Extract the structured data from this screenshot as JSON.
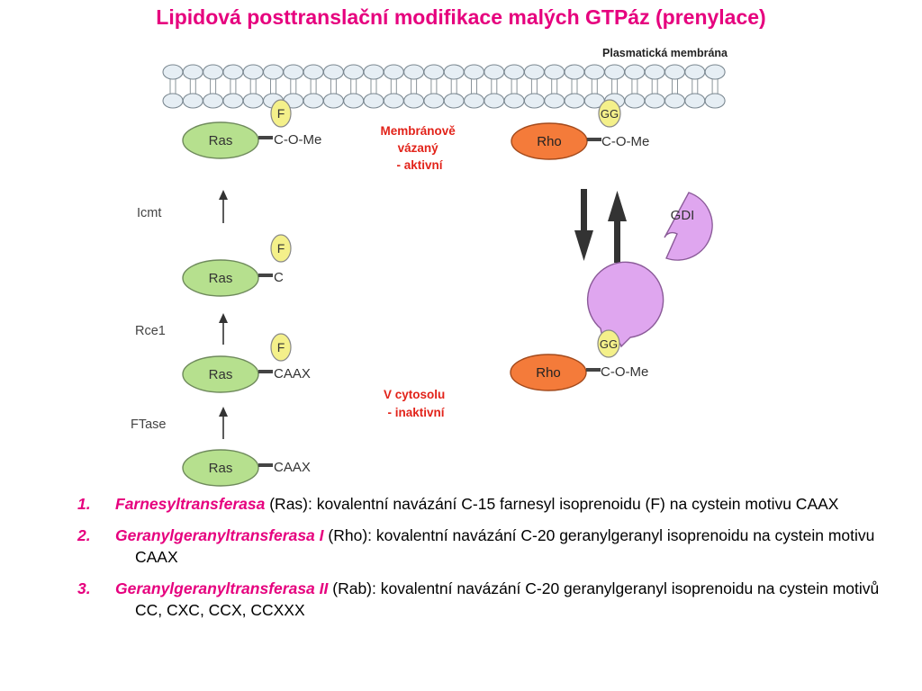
{
  "title": "Lipidová posttranslační modifikace malých GTPáz (prenylace)",
  "colors": {
    "accent": "#e6007e",
    "label_red": "#e2231a",
    "ras_fill": "#b6e08e",
    "rho_fill": "#f47b3a",
    "gdi_fill": "#dfa6ef",
    "prenyl_fill": "#f4f08a",
    "lipid_head": "#e6eef4"
  },
  "diagram": {
    "membrane_label": "Plasmatická membrána",
    "ras_label": "Ras",
    "rho_label": "Rho",
    "gdi_label": "GDI",
    "farnesyl_label": "F",
    "geranylgeranyl_label": "GG",
    "ras_tails": [
      "C-O-Me",
      "C",
      "CAAX",
      "CAAX"
    ],
    "rho_tails": [
      "C-O-Me",
      "C-O-Me"
    ],
    "enzymes": [
      "Icmt",
      "Rce1",
      "FTase"
    ],
    "membrane_bound_lines": [
      "Membránově",
      "vázaný",
      "- aktivní"
    ],
    "cytosol_lines": [
      "V cytosolu",
      "- inaktivní"
    ]
  },
  "notes": [
    {
      "number": "1.",
      "enzyme": "Farnesyltransferasa",
      "text": "(Ras): kovalentní navázání C-15 farnesyl isoprenoidu (F) na cystein motivu CAAX"
    },
    {
      "number": "2.",
      "enzyme": "Geranylgeranyltransferasa I",
      "text": "(Rho): kovalentní navázání C-20 geranylgeranyl isoprenoidu na cystein motivu CAAX"
    },
    {
      "number": "3.",
      "enzyme": "Geranylgeranyltransferasa II",
      "text": "(Rab): kovalentní navázání C-20 geranylgeranyl isoprenoidu na cystein motivů CC, CXC, CCX, CCXXX"
    }
  ]
}
